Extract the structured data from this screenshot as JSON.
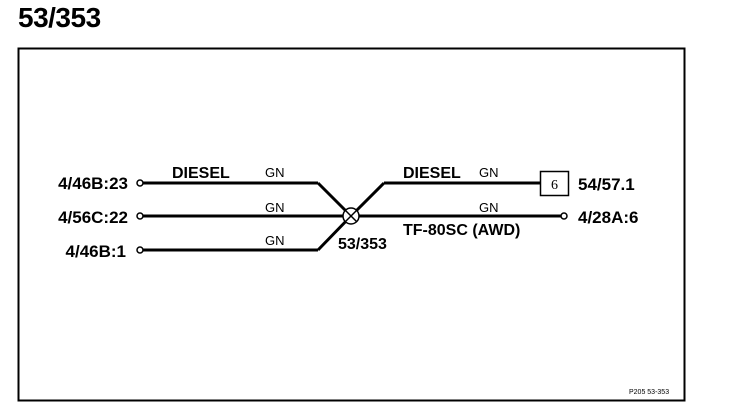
{
  "page": {
    "title": "53/353"
  },
  "diagram": {
    "left_terminals": [
      "4/46B:23",
      "4/56C:22",
      "4/46B:1"
    ],
    "right_terminals": [
      "54/57.1",
      "4/28A:6"
    ],
    "wire_labels": {
      "diesel_left": "DIESEL",
      "diesel_right": "DIESEL",
      "color_top_left": "GN",
      "color_mid_left": "GN",
      "color_bot_left": "GN",
      "color_top_right": "GN",
      "color_mid_right": "GN"
    },
    "splice_label": "53/353",
    "variant_label": "TF-80SC (AWD)",
    "connector_box": "6",
    "footer_ref": "P205  53-353"
  }
}
